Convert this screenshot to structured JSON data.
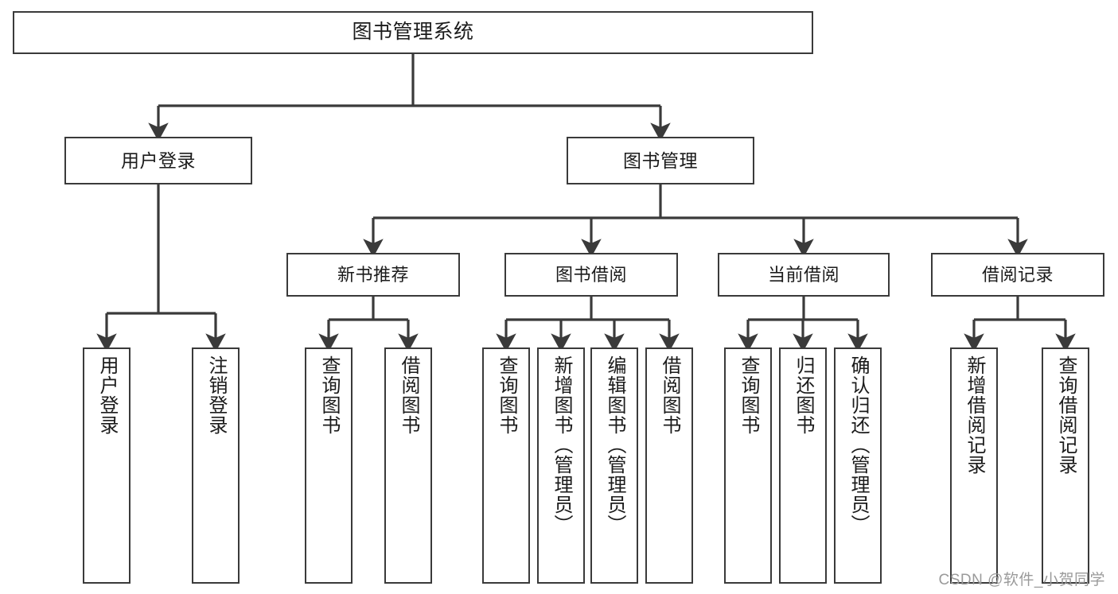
{
  "diagram": {
    "type": "tree-hierarchy",
    "title": "图书管理系统",
    "watermark": "CSDN @软件_小贺同学",
    "style": {
      "box_fill": "#ffffff",
      "box_stroke": "#3a3a3a",
      "connector_stroke": "#3a3a3a",
      "text_color": "#1b1b1b",
      "background": "#ffffff",
      "watermark_color": "#9a9a9a"
    },
    "root": {
      "id": "root",
      "label": "图书管理系统"
    },
    "level2": [
      {
        "id": "user-login",
        "label": "用户登录"
      },
      {
        "id": "book-manage",
        "label": "图书管理"
      }
    ],
    "level3": [
      {
        "id": "new-book-rec",
        "label": "新书推荐",
        "parent": "book-manage"
      },
      {
        "id": "book-borrow",
        "label": "图书借阅",
        "parent": "book-manage"
      },
      {
        "id": "current-borrow",
        "label": "当前借阅",
        "parent": "book-manage"
      },
      {
        "id": "borrow-record",
        "label": "借阅记录",
        "parent": "book-manage"
      }
    ],
    "leaves": [
      {
        "id": "leaf-user-login",
        "label": "用户登录",
        "parent": "user-login"
      },
      {
        "id": "leaf-logout",
        "label": "注销登录",
        "parent": "user-login"
      },
      {
        "id": "leaf-query-book-1",
        "label": "查询图书",
        "parent": "new-book-rec"
      },
      {
        "id": "leaf-borrow-book-1",
        "label": "借阅图书",
        "parent": "new-book-rec"
      },
      {
        "id": "leaf-query-book-2",
        "label": "查询图书",
        "parent": "book-borrow"
      },
      {
        "id": "leaf-add-book",
        "label": "新增图书（管理员）",
        "parent": "book-borrow"
      },
      {
        "id": "leaf-edit-book",
        "label": "编辑图书（管理员）",
        "parent": "book-borrow"
      },
      {
        "id": "leaf-borrow-book-2",
        "label": "借阅图书",
        "parent": "book-borrow"
      },
      {
        "id": "leaf-query-book-3",
        "label": "查询图书",
        "parent": "current-borrow"
      },
      {
        "id": "leaf-return-book",
        "label": "归还图书",
        "parent": "current-borrow"
      },
      {
        "id": "leaf-confirm-return",
        "label": "确认归还（管理员）",
        "parent": "current-borrow"
      },
      {
        "id": "leaf-add-record",
        "label": "新增借阅记录",
        "parent": "borrow-record"
      },
      {
        "id": "leaf-query-record",
        "label": "查询借阅记录",
        "parent": "borrow-record"
      }
    ]
  }
}
